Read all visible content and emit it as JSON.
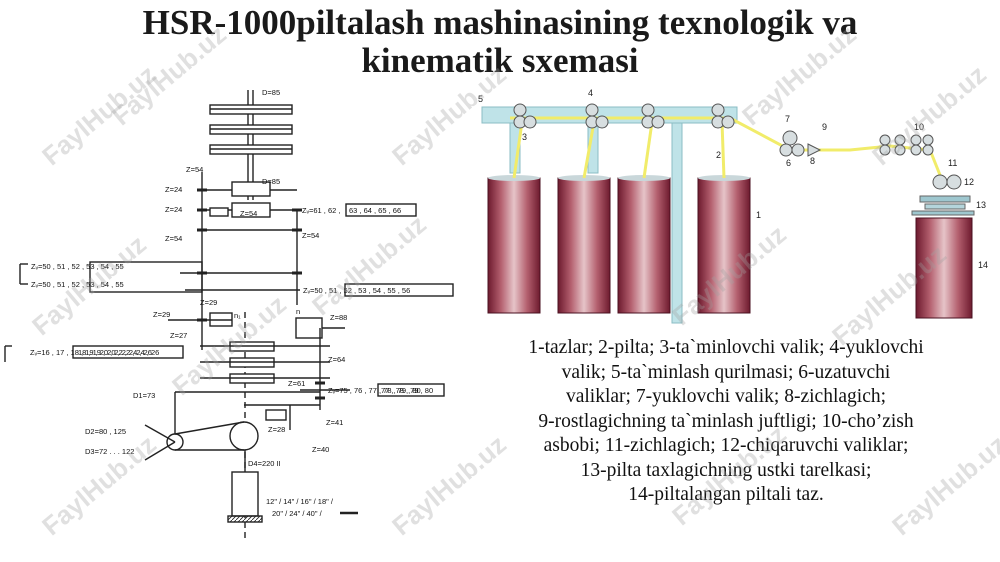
{
  "title": {
    "line1": "HSR-1000piltalash mashinasining texnologik va",
    "line2": "kinematik sxemasi"
  },
  "watermark": "FaylHub.uz",
  "kinematic": {
    "labels": {
      "d85_top": "D=85",
      "z54_a": "Z=54",
      "d85_b": "D=85",
      "z24_a": "Z=24",
      "z24_b": "Z=24",
      "z54_b": "Z=54",
      "z61_62": "Zᵥ=61 , 62 ,",
      "z54_c": "Z=54",
      "z54_d": "Z=54",
      "zv50_a": "Zᵥ=50 , 51 , 52 , 53 , 54 , 55",
      "zv50_b": "Zᵥ=50 , 51 , 52 , 53 , 54 , 55",
      "zv50_c": "Zᵥ=50 , 51 , 52 , 53 , 54 , 55 , 56",
      "z29_a": "Z=29",
      "z29_b": "Z=29",
      "z27": "Z=27",
      "z88": "Z=88",
      "zv16": "Zᵥ=16 , 17 , 18 , 19 , 20 , 22 , 24 , 26",
      "z64": "Z=64",
      "z61": "Z=61",
      "zv75": "Zᵥ=75 , 76 , 77 , 78 , 79 , 80",
      "d1": "D1=73",
      "z41": "Z=41",
      "z28": "Z=28",
      "z40": "Z=40",
      "d2": "D2=80 , 125",
      "d3": "D3=72 . . . 122",
      "d4": "D4=220 II",
      "n1": "n₁",
      "n": "n",
      "sizes_1": "12\" / 14\" / 16\" / 18\" /",
      "sizes_2": "20\" / 24\" / 40\" /",
      "box_z63": "63 , 64 , 65 , 66",
      "box_z18": "18 , 19 , 20 , 22 , 24 , 26",
      "box_z77": "77 , 78 , 79 , 80"
    }
  },
  "technological": {
    "numbers": [
      "1",
      "2",
      "3",
      "4",
      "5",
      "6",
      "7",
      "8",
      "9",
      "10",
      "11",
      "12",
      "13",
      "14"
    ],
    "colors": {
      "can_dark": "#7a1f34",
      "can_light": "#d9a0a8",
      "frame": "#bfe3e8",
      "sliver": "#f4f07a"
    }
  },
  "legend": {
    "line1": "1-tazlar; 2-pilta; 3-ta`minlovchi valik; 4-yuklovchi",
    "line2": "valik; 5-ta`minlash qurilmasi;  6-uzatuvchi",
    "line3": "valiklar; 7-yuklovchi valik; 8-zichlagich;",
    "line4": "9-rostlagichning ta`minlash juftligi; 10-cho’zish",
    "line5": "asbobi; 11-zichlagich; 12-chiqaruvchi valiklar;",
    "line6": "13-pilta taxlagichning ustki tarelkasi;",
    "line7": "14-piltalangan piltali taz."
  }
}
